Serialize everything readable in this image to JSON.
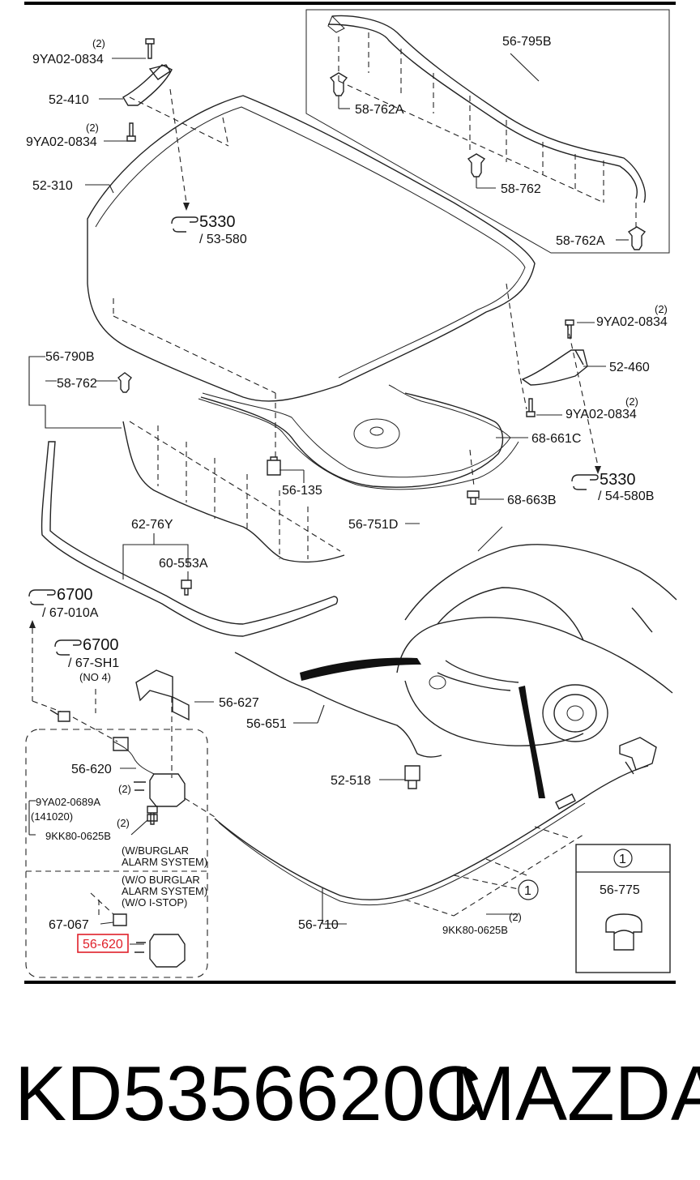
{
  "diagram": {
    "labels": {
      "qty_9ya_top": "(2)",
      "p_9ya02_0834_top": "9YA02-0834",
      "p_52_410": "52-410",
      "qty_9ya_2": "(2)",
      "p_9ya02_0834_b": "9YA02-0834",
      "p_52_310": "52-310",
      "ref_5330_a": "5330",
      "ref_53_580": "/ 53-580",
      "p_56_795b": "56-795B",
      "p_58_762a_1": "58-762A",
      "p_58_762_1": "58-762",
      "p_58_762a_2": "58-762A",
      "qty_9ya_r1": "(2)",
      "p_9ya02_0834_r1": "9YA02-0834",
      "p_52_460": "52-460",
      "qty_9ya_r2": "(2)",
      "p_9ya02_0834_r2": "9YA02-0834",
      "p_68_661c": "68-661C",
      "ref_5330_b": "5330",
      "ref_54_580b": "/ 54-580B",
      "p_56_790b": "56-790B",
      "p_58_762_2": "58-762",
      "p_56_135": "56-135",
      "p_68_663b": "68-663B",
      "p_56_751d": "56-751D",
      "p_62_76y": "62-76Y",
      "p_60_553a": "60-553A",
      "ref_6700_a": "6700",
      "ref_67_010a": "/ 67-010A",
      "ref_6700_b": "6700",
      "ref_67_sh1": "/ 67-SH1",
      "note_no4": "(NO 4)",
      "p_56_627": "56-627",
      "p_56_651": "56-651",
      "p_56_620_a": "56-620",
      "qty_9ya_l": "(2)",
      "p_9ya02_0689a": "9YA02-0689A",
      "note_141020": "(141020)",
      "qty_9kk_l": "(2)",
      "p_9kk80_0625b_l": "9KK80-0625B",
      "note_w_burglar_1": "(W/BURGLAR",
      "note_w_burglar_2": "ALARM SYSTEM)",
      "note_wo_burglar_1": "(W/O BURGLAR",
      "note_wo_burglar_2": "ALARM SYSTEM)",
      "note_wo_istop": "(W/O I-STOP)",
      "p_67_067": "67-067",
      "p_56_620_b": "56-620",
      "p_52_518": "52-518",
      "p_56_710": "56-710",
      "callout_1": "1",
      "qty_9kk_r": "(2)",
      "p_9kk80_0625b_r": "9KK80-0625B",
      "inset_num": "1",
      "p_56_775": "56-775"
    },
    "highlight_color": "#e0202a"
  },
  "footer": {
    "part_number": "KD5356620C",
    "brand": "MAZDA"
  }
}
